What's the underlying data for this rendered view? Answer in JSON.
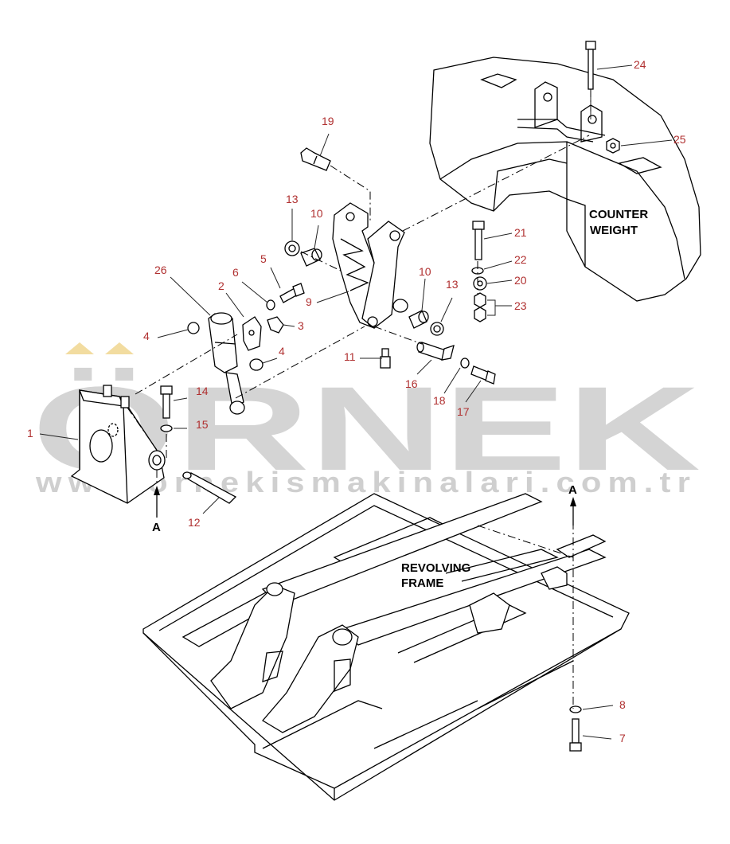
{
  "labels": {
    "counterweight_line1": "COUNTER",
    "counterweight_line2": "WEIGHT",
    "frame_line1": "REVOLVING",
    "frame_line2": "FRAME",
    "view_marker": "A"
  },
  "watermark": {
    "brand": "ÖRNEK",
    "url": "www.ornekismakinalari.com.tr",
    "colors": {
      "text": "#d4d4d4",
      "accent": "#f2dca0"
    }
  },
  "callouts": [
    "1",
    "2",
    "3",
    "4",
    "4",
    "5",
    "6",
    "7",
    "8",
    "9",
    "10",
    "10",
    "11",
    "12",
    "13",
    "13",
    "14",
    "15",
    "16",
    "17",
    "18",
    "19",
    "20",
    "21",
    "22",
    "23",
    "24",
    "25",
    "26"
  ],
  "colors": {
    "callout": "#b03030",
    "lines": "#000000"
  }
}
